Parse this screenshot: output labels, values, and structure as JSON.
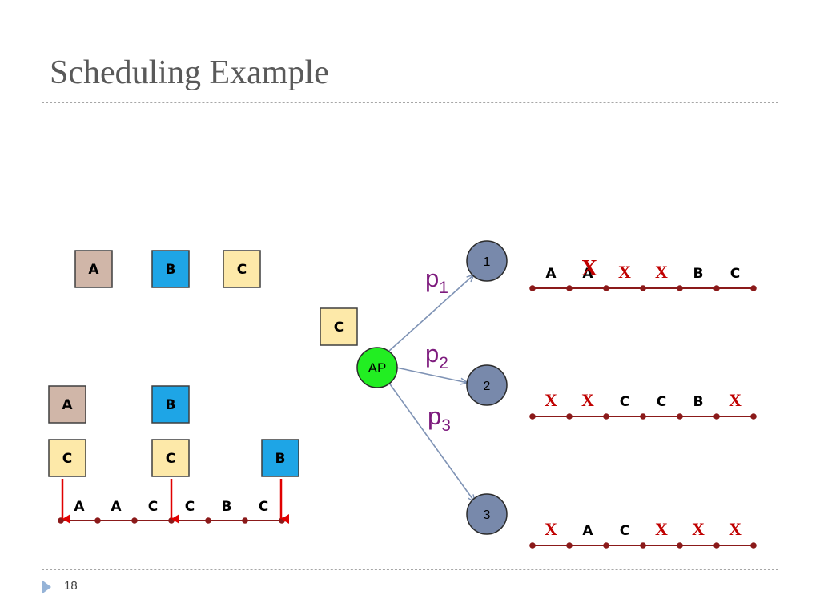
{
  "slide": {
    "title": "Scheduling Example",
    "page_number": "18"
  },
  "colors": {
    "A": "#d0b6a8",
    "B": "#1ea5e6",
    "C": "#fde9a9",
    "ap": "#22ee22",
    "node": "#7889ab",
    "timeline": "#8b1a1a",
    "mark": "#c00000",
    "arrow": "#7f93b5",
    "prob": "#7d1a7d"
  },
  "diagram": {
    "request_boxes": [
      "A",
      "B",
      "C"
    ],
    "queued_box": "C",
    "ap_label": "AP",
    "arrivals": [
      {
        "stack": [
          "A",
          "C"
        ]
      },
      {
        "stack": [
          "B",
          "C"
        ]
      },
      {
        "stack": [
          "B"
        ]
      }
    ],
    "ap_schedule": [
      "A",
      "A",
      "C",
      "C",
      "B",
      "C"
    ],
    "links": [
      {
        "prob": "p",
        "sub": "1",
        "node": "1"
      },
      {
        "prob": "p",
        "sub": "2",
        "node": "2"
      },
      {
        "prob": "p",
        "sub": "3",
        "node": "3"
      }
    ],
    "node_schedules": [
      {
        "node": "1",
        "slots": [
          "A",
          "A",
          "X",
          "X",
          "B",
          "C"
        ],
        "crossed": [
          1
        ]
      },
      {
        "node": "2",
        "slots": [
          "X",
          "X",
          "C",
          "C",
          "B",
          "X"
        ],
        "crossed": []
      },
      {
        "node": "3",
        "slots": [
          "X",
          "A",
          "C",
          "X",
          "X",
          "X"
        ],
        "crossed": []
      }
    ]
  }
}
